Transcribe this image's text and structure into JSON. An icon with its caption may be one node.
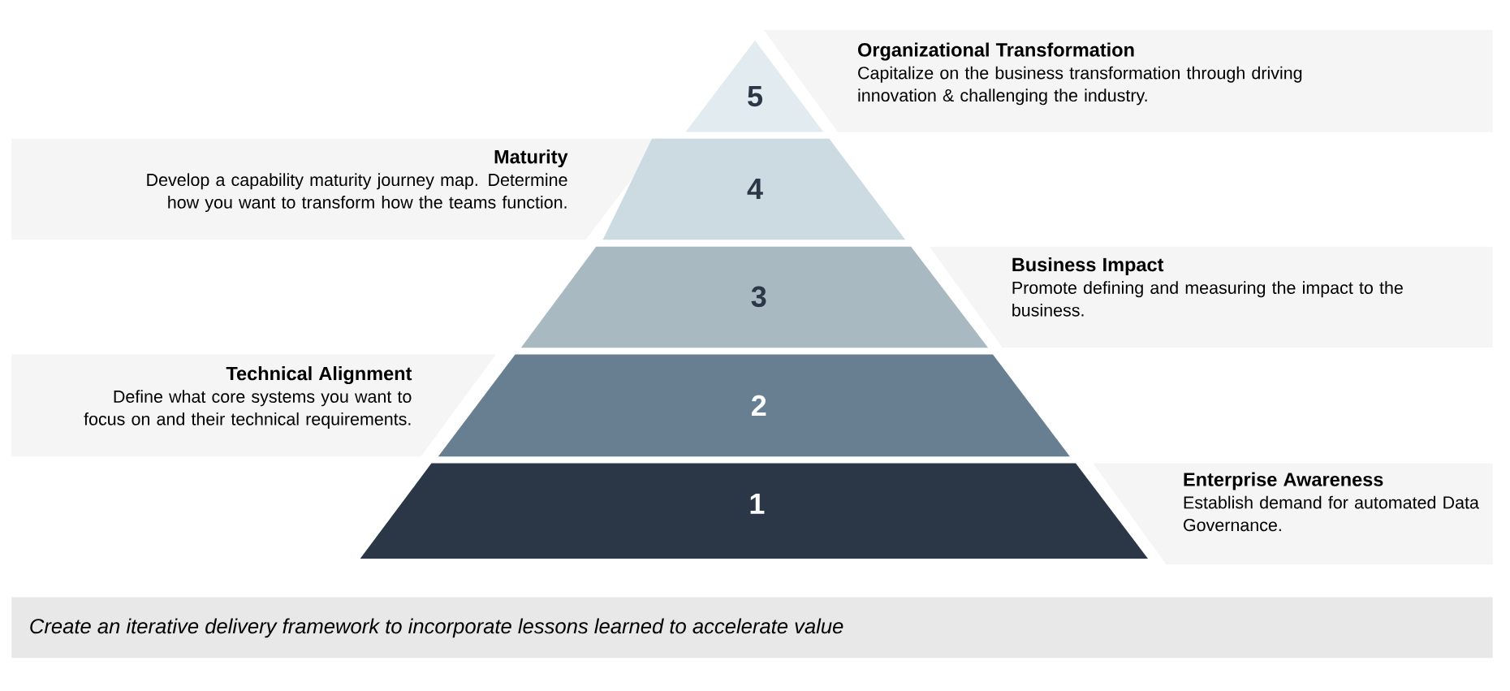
{
  "diagram": {
    "nodes": [
      {
        "text": [
          "5"
        ]
      },
      {
        "text": [
          "Organizational Transformation",
          "Capitalize on the business transformation through driving innovation  & challenging the industry."
        ]
      },
      {
        "text": [
          "Maturity",
          "Develop a capability maturity journey map. Determine how you want to transform how the teams function."
        ]
      },
      {
        "text": [
          "4"
        ]
      },
      {
        "text": [
          "3"
        ]
      },
      {
        "text": [
          "Business Impact",
          "Promote defining and measuring the impact to the business."
        ]
      },
      {
        "text": [
          "Technical Alignment",
          "Define what core systems you want to focus on and their technical requirements."
        ]
      },
      {
        "text": [
          "2"
        ]
      },
      {
        "text": [
          "1"
        ]
      },
      {
        "text": [
          "Enterprise Awareness",
          "Establish demand for automated Data Governance."
        ]
      },
      {
        "text": [
          "Create an iterative delivery framework to incorporate lessons learned to accelerate value"
        ]
      }
    ]
  }
}
